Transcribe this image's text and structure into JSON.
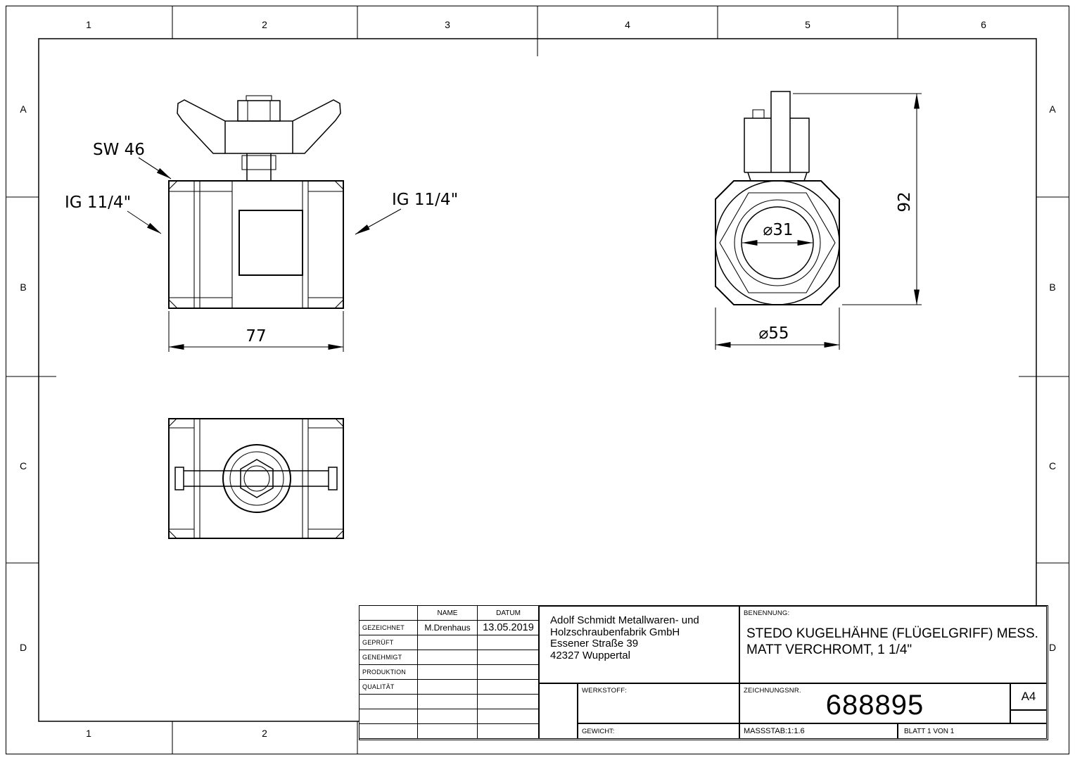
{
  "sheet": {
    "cols": [
      "1",
      "2",
      "3",
      "4",
      "5",
      "6"
    ],
    "rows": [
      "A",
      "B",
      "C",
      "D"
    ]
  },
  "drawing": {
    "sw_label": "SW 46",
    "ig_left_label": "IG 11/4\"",
    "ig_right_label": "IG 11/4\"",
    "dim_width": "77",
    "dim_height": "92",
    "dim_bore": "⌀31",
    "dim_outer_dia": "⌀55"
  },
  "title_block": {
    "headers": {
      "name": "NAME",
      "datum": "DATUM"
    },
    "sign_rows": [
      {
        "label": "GEZEICHNET",
        "name": "M.Drenhaus",
        "datum": "13.05.2019"
      },
      {
        "label": "GEPRÜFT",
        "name": "",
        "datum": ""
      },
      {
        "label": "GENEHMIGT",
        "name": "",
        "datum": ""
      },
      {
        "label": "PRODUKTION",
        "name": "",
        "datum": ""
      },
      {
        "label": "QUALITÄT",
        "name": "",
        "datum": ""
      }
    ],
    "company": {
      "line1": "Adolf Schmidt Metallwaren- und",
      "line2": "Holzschraubenfabrik GmbH",
      "line3": "Essener Straße 39",
      "line4": "42327 Wuppertal"
    },
    "benennung": {
      "label": "BENENNUNG:",
      "line1": "STEDO KUGELHÄHNE (FLÜGELGRIFF) MESS.",
      "line2": "MATT VERCHROMT, 1 1/4\""
    },
    "werkstoff_label": "WERKSTOFF:",
    "gewicht_label": "GEWICHT:",
    "zeichnungsnr": {
      "label": "ZEICHNUNGSNR.",
      "value": "688895"
    },
    "massstab": "MASSSTAB:1:1.6",
    "blatt": "BLATT 1 VON 1",
    "format": "A4"
  }
}
